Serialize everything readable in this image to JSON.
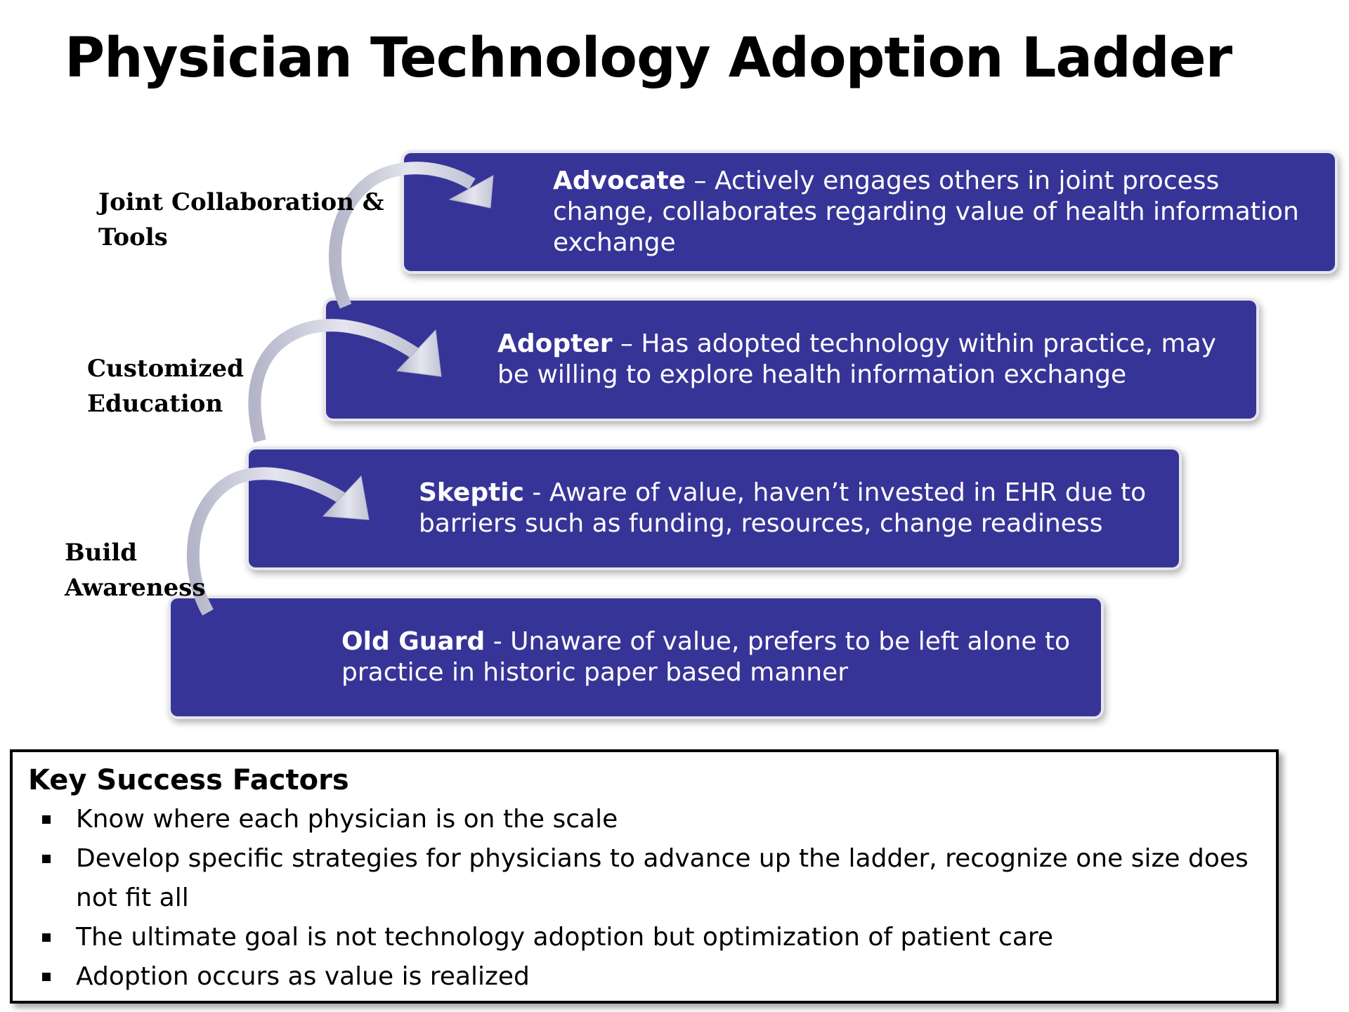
{
  "title": "Physician Technology Adoption Ladder",
  "ladder": [
    {
      "id": "advocate",
      "name": "Advocate",
      "separator": " – ",
      "description": "Actively engages others in joint process change, collaborates regarding value of health information exchange"
    },
    {
      "id": "adopter",
      "name": "Adopter",
      "separator": " – ",
      "description": "Has adopted technology within practice, may be willing to explore health information exchange"
    },
    {
      "id": "skeptic",
      "name": "Skeptic",
      "separator": " - ",
      "description": "Aware of value, haven’t invested in EHR due to barriers such as funding, resources, change readiness"
    },
    {
      "id": "old-guard",
      "name": "Old Guard",
      "separator": " - ",
      "description": "Unaware of value, prefers to be left alone to practice in historic paper based manner"
    }
  ],
  "transitions": [
    {
      "line1": "Joint Collaboration &",
      "line2": "Tools"
    },
    {
      "line1": "Customized",
      "line2": "Education"
    },
    {
      "line1": "Build",
      "line2": "Awareness"
    }
  ],
  "key_success_factors": {
    "heading": "Key Success Factors",
    "items": [
      "Know where each physician is on the scale",
      "Develop specific strategies for physicians to advance up the ladder, recognize one size does not fit all",
      "The ultimate goal is not technology adoption but optimization of patient care",
      "Adoption occurs as value is realized"
    ]
  },
  "colors": {
    "step_fill": "#373498",
    "step_text": "#ffffff",
    "arrow_fill": "#c9cad8"
  }
}
